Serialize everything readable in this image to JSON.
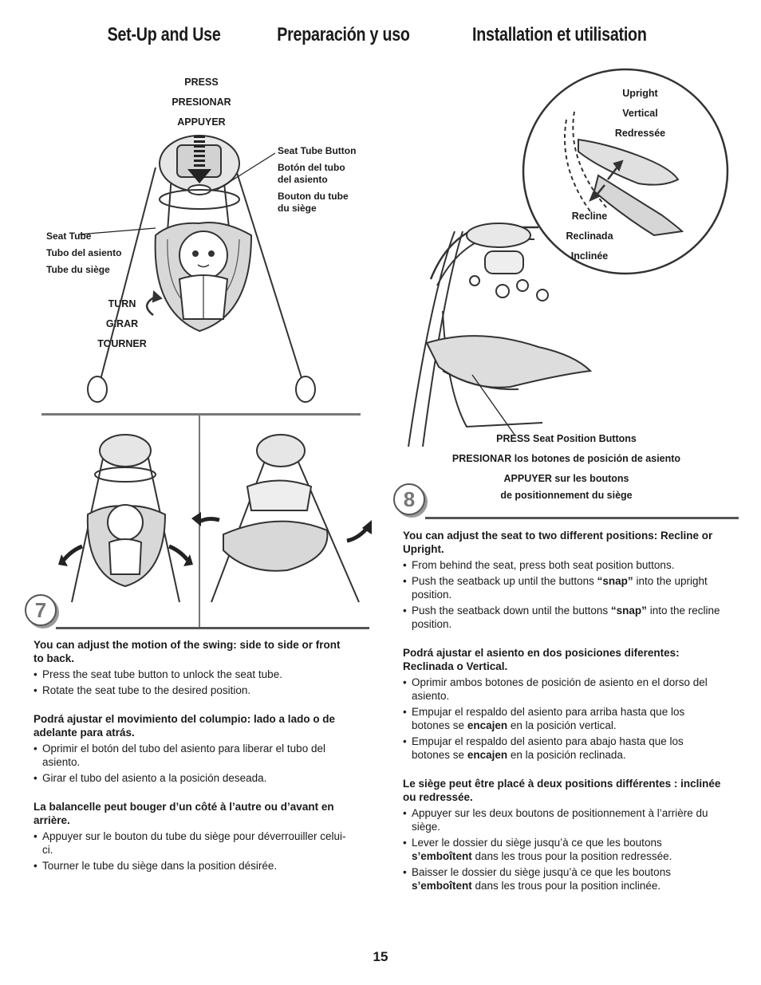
{
  "header": {
    "title_en": "Set-Up and Use",
    "title_es": "Preparación y uso",
    "title_fr": "Installation et utilisation"
  },
  "fig_top_left": {
    "press": [
      "PRESS",
      "PRESIONAR",
      "APPUYER"
    ],
    "seat_tube_button": [
      "Seat Tube Button",
      "Botón del tubo",
      "del asiento",
      "Bouton du tube",
      "du siège"
    ],
    "seat_tube": [
      "Seat Tube",
      "Tubo del asiento",
      "Tube du siège"
    ],
    "turn": [
      "TURN",
      "GIRAR",
      "TOURNER"
    ]
  },
  "fig_right": {
    "upright": [
      "Upright",
      "Vertical",
      "Redressée"
    ],
    "recline": [
      "Recline",
      "Reclinada",
      "Inclinée"
    ],
    "press_seat_buttons": {
      "en_bold": "PRESS",
      "en_rest": " Seat Position Buttons",
      "es_bold": "PRESIONAR",
      "es_rest": " los botones de posición de asiento",
      "fr_bold": "APPUYER",
      "fr_rest": " sur les boutons",
      "fr_line2": "de positionnement du siège"
    }
  },
  "steps": {
    "seven": "7",
    "eight": "8"
  },
  "text_left": {
    "en": {
      "lead": "You can adjust the motion of the swing: side to side or front to back.",
      "items": [
        "Press the seat tube button to unlock the seat tube.",
        "Rotate the seat tube to the desired position."
      ]
    },
    "es": {
      "lead": "Podrá ajustar el movimiento del columpio: lado a lado o de adelante para atrás.",
      "items": [
        "Oprimir el botón del tubo del asiento para liberar el tubo del asiento.",
        "Girar el tubo del asiento a la posición deseada."
      ]
    },
    "fr": {
      "lead": "La balancelle peut bouger d’un côté à l’autre ou d’avant en arrière.",
      "items": [
        "Appuyer sur le bouton du tube du siège pour déverrouiller celui-ci.",
        "Tourner le tube du siège dans la position désirée."
      ]
    }
  },
  "text_right": {
    "en": {
      "lead": "You can adjust the seat to two different positions: Recline or Upright.",
      "item1": "From behind the seat, press both seat position buttons.",
      "item2_a": "Push the seatback up until the buttons ",
      "item2_b": "“snap”",
      "item2_c": " into the upright position.",
      "item3_a": "Push the seatback down until the buttons ",
      "item3_b": "“snap”",
      "item3_c": " into the recline position."
    },
    "es": {
      "lead": "Podrá ajustar el asiento en dos posiciones diferentes: Reclinada o Vertical.",
      "item1": "Oprimir ambos botones de posición de asiento en el dorso del asiento.",
      "item2_a": "Empujar el respaldo del asiento para arriba hasta que los botones se ",
      "item2_b": "encajen",
      "item2_c": " en la posición vertical.",
      "item3_a": "Empujar el respaldo del asiento para abajo hasta que los botones se ",
      "item3_b": "encajen",
      "item3_c": " en la posición reclinada."
    },
    "fr": {
      "lead": "Le siège peut être placé à deux positions différentes : inclinée ou redressée.",
      "item1": "Appuyer sur les deux boutons de positionnement à l’arrière du siège.",
      "item2_a": "Lever le dossier du siège jusqu’à ce que les boutons ",
      "item2_b": "s’emboîtent",
      "item2_c": " dans les trous pour la position redressée.",
      "item3_a": "Baisser le dossier du siège jusqu’à ce que les boutons ",
      "item3_b": "s’emboîtent",
      "item3_c": " dans les trous pour la position inclinée."
    }
  },
  "footer": {
    "page_number": "15"
  }
}
